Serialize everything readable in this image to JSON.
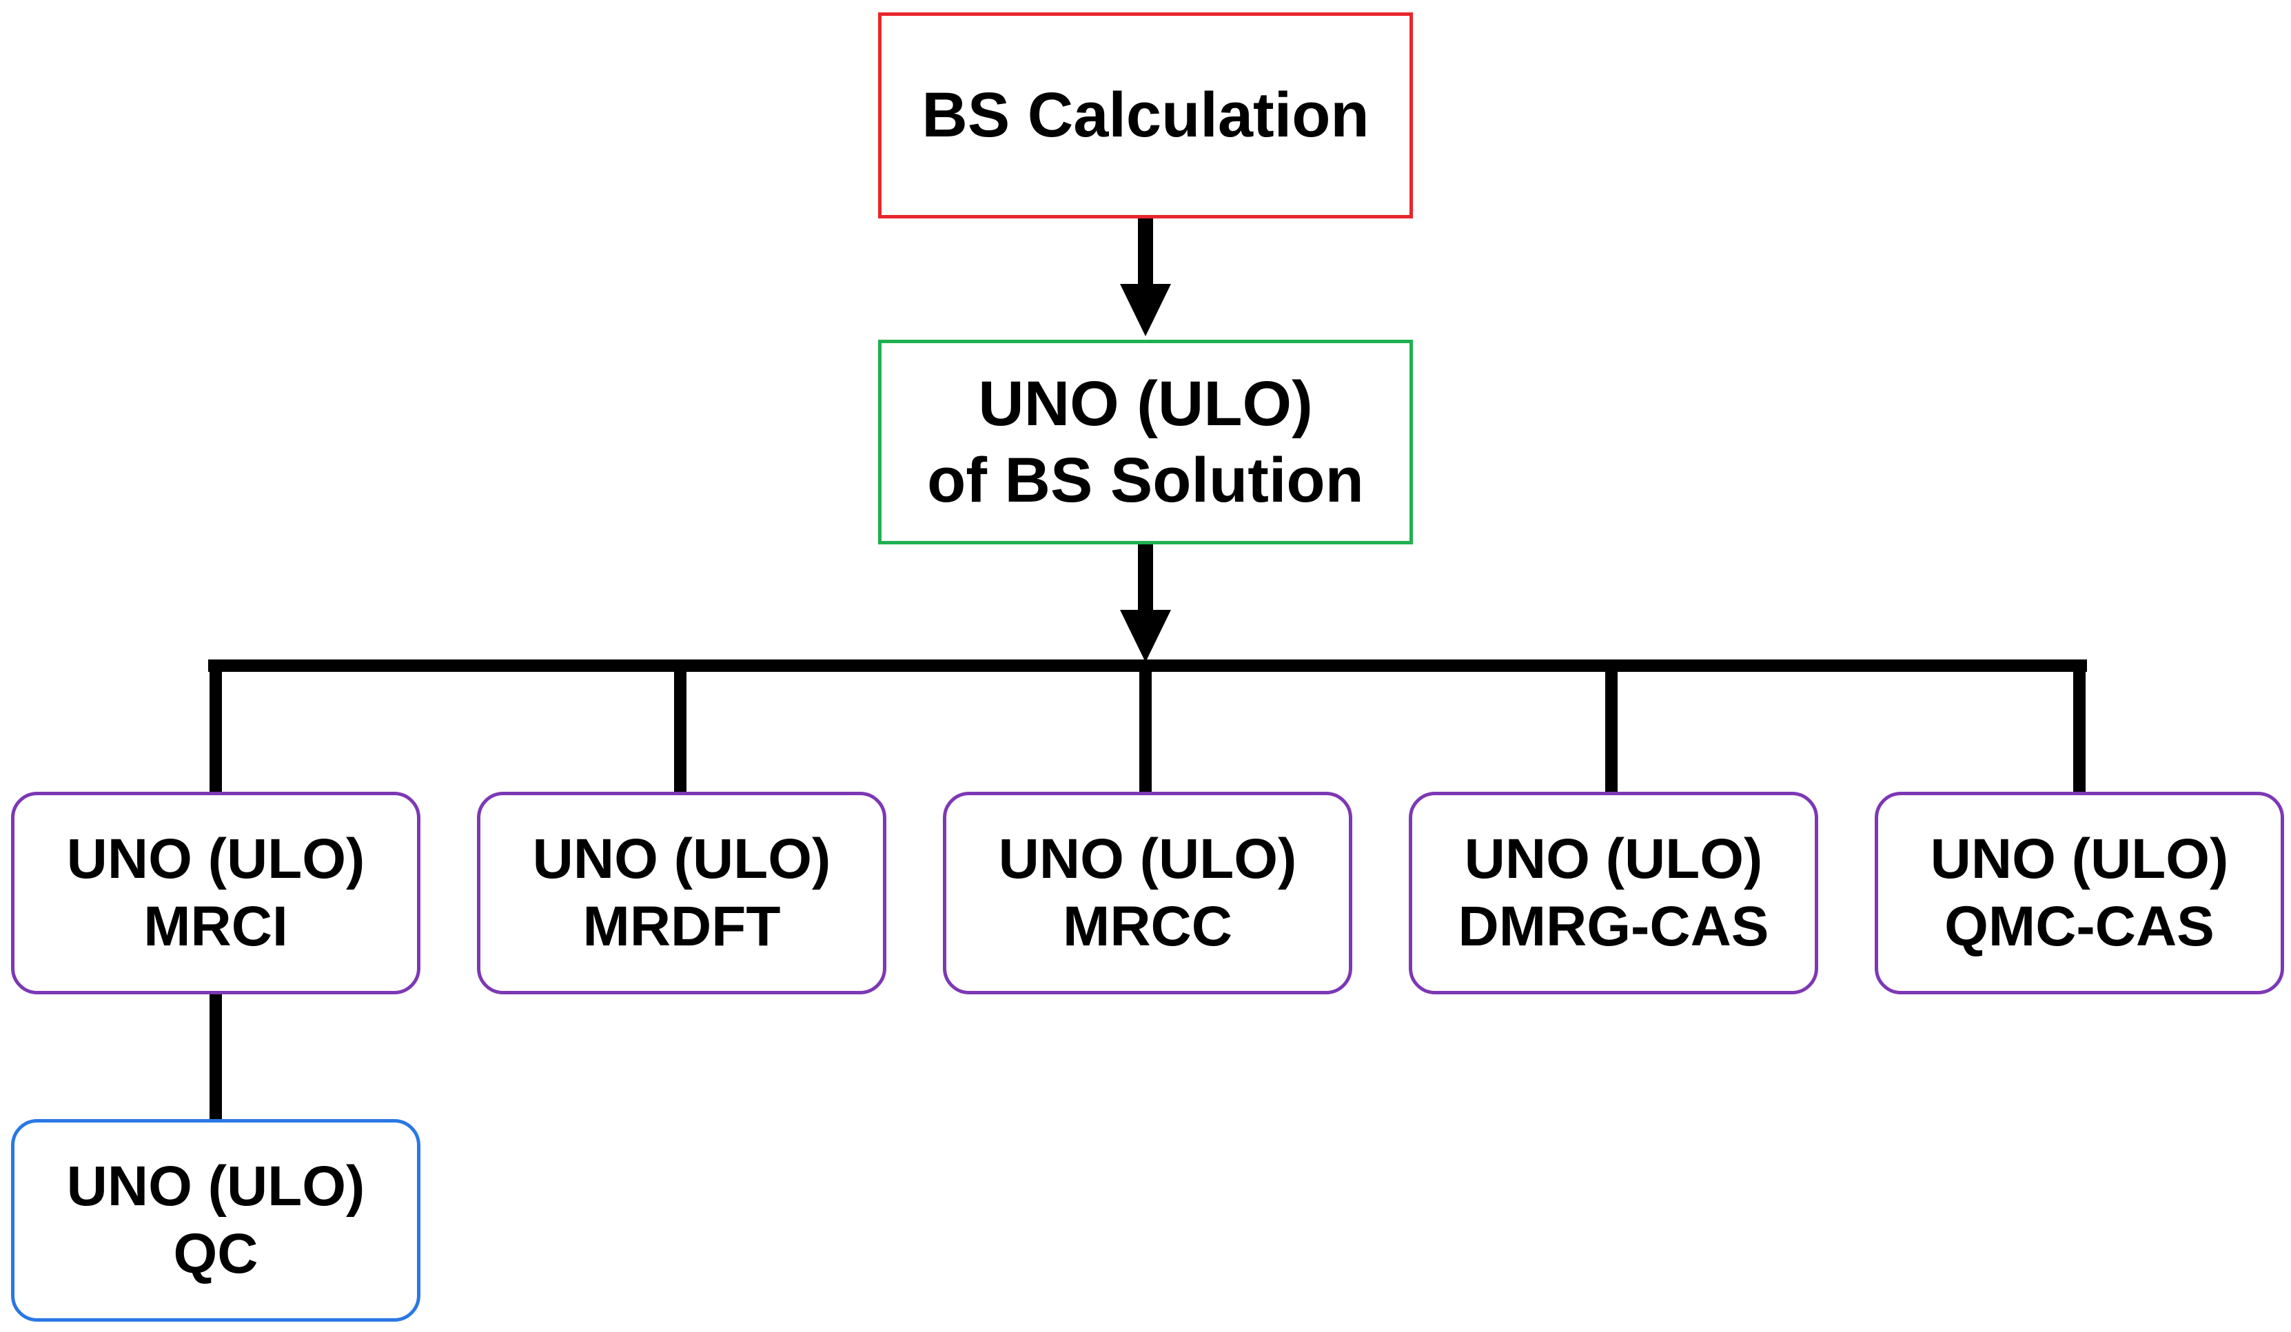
{
  "colors": {
    "connector": "#000000",
    "bs_calculation_border": "#e8262b",
    "uno_bs_solution_border": "#1fb04f",
    "method_border": "#7d38b5",
    "qc_border": "#2a78e4",
    "text": "#000000",
    "background": "#ffffff"
  },
  "nodes": {
    "bs_calculation": {
      "line1": "BS Calculation"
    },
    "uno_bs_solution": {
      "line1": "UNO (ULO)",
      "line2": "of BS Solution"
    },
    "mrci": {
      "line1": "UNO (ULO)",
      "line2": "MRCI"
    },
    "mrdft": {
      "line1": "UNO (ULO)",
      "line2": "MRDFT"
    },
    "mrcc": {
      "line1": "UNO (ULO)",
      "line2": "MRCC"
    },
    "dmrg_cas": {
      "line1": "UNO (ULO)",
      "line2": "DMRG-CAS"
    },
    "qmc_cas": {
      "line1": "UNO (ULO)",
      "line2": "QMC-CAS"
    },
    "qc": {
      "line1": "UNO (ULO)",
      "line2": "QC"
    }
  },
  "edges": [
    {
      "from": "bs_calculation",
      "to": "uno_bs_solution",
      "arrow": true
    },
    {
      "from": "uno_bs_solution",
      "to": "branch_bus",
      "arrow": true
    },
    {
      "from": "branch_bus",
      "to": "mrci",
      "arrow": false
    },
    {
      "from": "branch_bus",
      "to": "mrdft",
      "arrow": false
    },
    {
      "from": "branch_bus",
      "to": "mrcc",
      "arrow": false
    },
    {
      "from": "branch_bus",
      "to": "dmrg_cas",
      "arrow": false
    },
    {
      "from": "branch_bus",
      "to": "qmc_cas",
      "arrow": false
    },
    {
      "from": "mrci",
      "to": "qc",
      "arrow": false
    }
  ]
}
